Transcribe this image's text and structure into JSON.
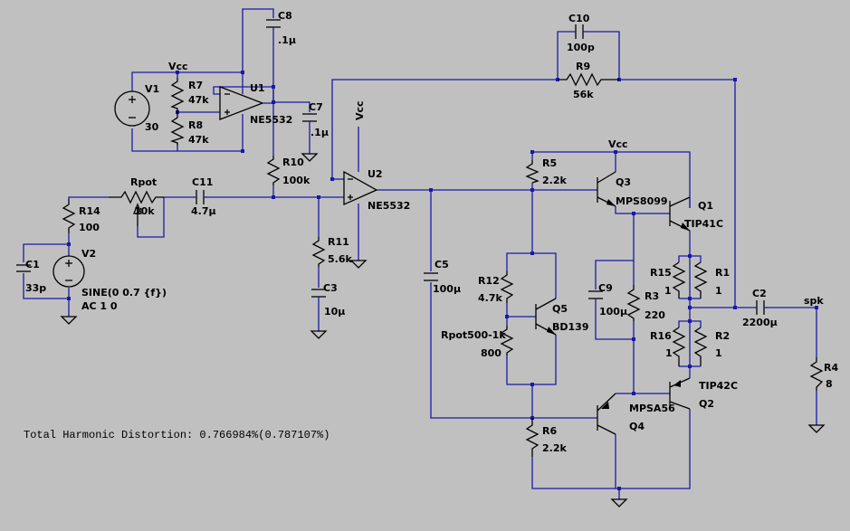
{
  "labels": {
    "C8": "C8",
    "C8v": ".1µ",
    "V1": "V1",
    "V1v": "30",
    "Vcc1": "Vcc",
    "R7": "R7",
    "R7v": "47k",
    "R8": "R8",
    "R8v": "47k",
    "U1": "U1",
    "U1v": "NE5532",
    "C7": "C7",
    "C7v": ".1µ",
    "C10": "C10",
    "C10v": "100p",
    "R9": "R9",
    "R9v": "56k",
    "Vcc2": "Vcc",
    "R10": "R10",
    "R10v": "100k",
    "U2": "U2",
    "U2v": "NE5532",
    "Rpot": "Rpot",
    "Rpotv": "10k",
    "C11": "C11",
    "C11v": "4.7µ",
    "R14": "R14",
    "R14v": "100",
    "V2": "V2",
    "C1": "C1",
    "C1v": "33p",
    "V2src": "SINE(0 0.7 {f})",
    "V2ac": "AC 1 0",
    "R11": "R11",
    "R11v": "5.6k",
    "C3": "C3",
    "C3v": "10µ",
    "C5": "C5",
    "C5v": "100µ",
    "Vcc3": "Vcc",
    "R5": "R5",
    "R5v": "2.2k",
    "Q3": "Q3",
    "Q3v": "MPS8099",
    "Q1": "Q1",
    "Q1v": "TIP41C",
    "R12": "R12",
    "R12v": "4.7k",
    "Q5": "Q5",
    "Q5v": "BD139",
    "Rpot2": "Rpot500-1k",
    "Rpot2v": "800",
    "C9": "C9",
    "C9v": "100µ",
    "R3": "R3",
    "R3v": "220",
    "R15": "R15",
    "R15v": "1",
    "R1": "R1",
    "R1v": "1",
    "R16": "R16",
    "R16v": "1",
    "R2": "R2",
    "R2v": "1",
    "C2": "C2",
    "C2v": "2200µ",
    "spk": "spk",
    "R4": "R4",
    "R4v": "8",
    "Q2v": "TIP42C",
    "Q2": "Q2",
    "Q4v": "MPSA56",
    "Q4": "Q4",
    "R6": "R6",
    "R6v": "2.2k",
    "thd": "Total Harmonic Distortion: 0.766984%(0.787107%)"
  }
}
